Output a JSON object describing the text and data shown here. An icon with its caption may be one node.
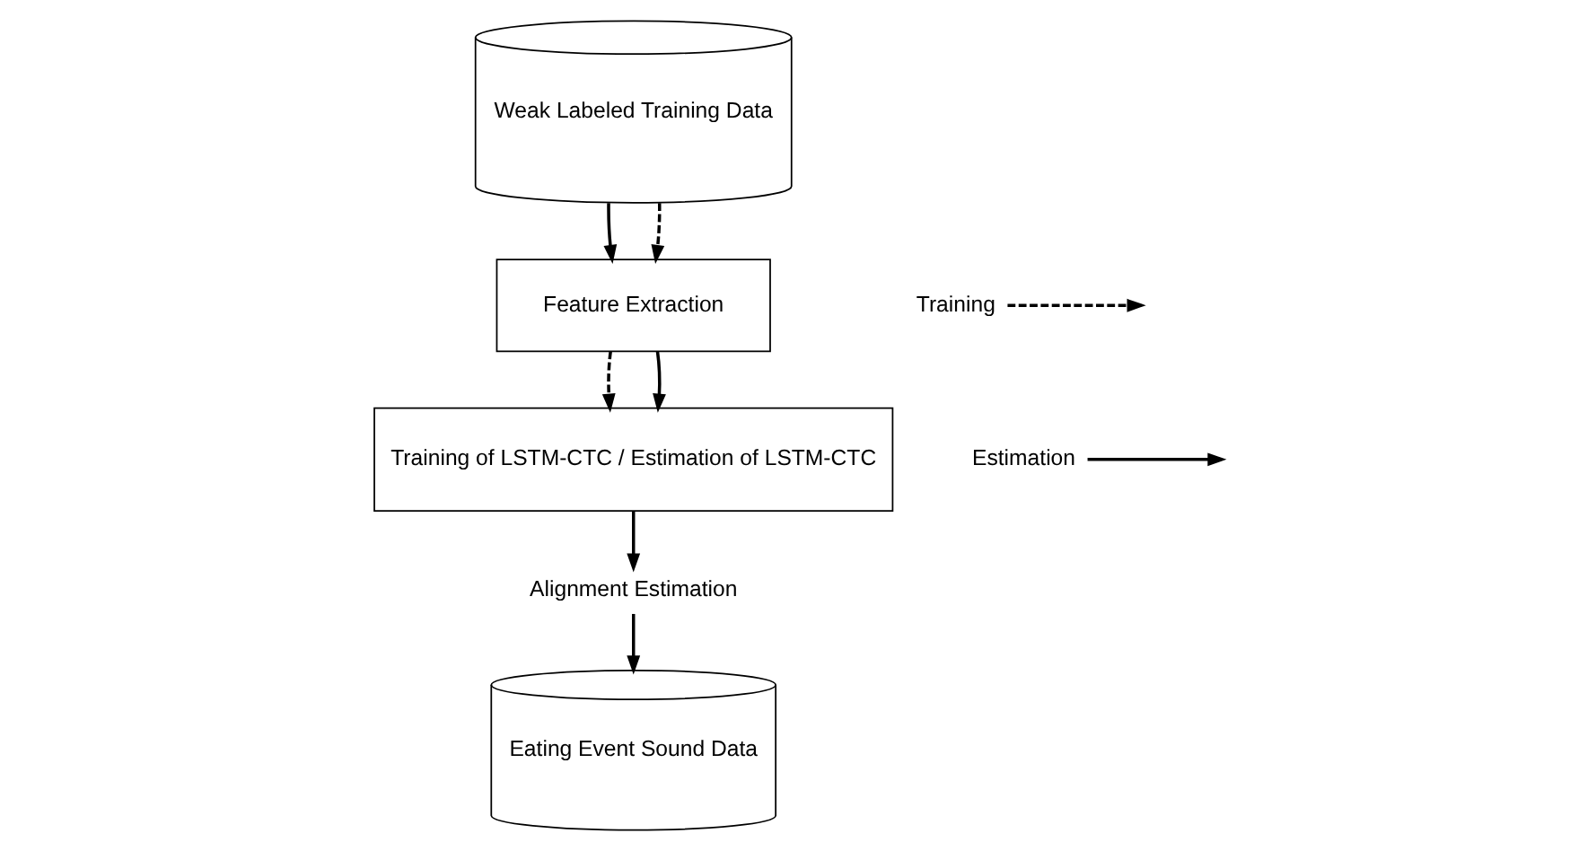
{
  "diagram": {
    "nodes": [
      {
        "text": [
          "Weak Labeled Training Data"
        ]
      },
      {
        "text": [
          "Feature Extraction"
        ]
      },
      {
        "text": [
          "Training of LSTM-CTC / Estimation of LSTM-CTC"
        ]
      },
      {
        "text": [
          "Alignment Estimation"
        ]
      },
      {
        "text": [
          "Eating Event Sound Data"
        ]
      }
    ],
    "edges": [
      {
        "from": 0,
        "to": 1,
        "arrow": "to"
      },
      {
        "from": 0,
        "to": 1,
        "arrow": "to",
        "style": "dashed"
      },
      {
        "from": 1,
        "to": 2,
        "arrow": "to",
        "style": "dashed"
      },
      {
        "from": 1,
        "to": 2,
        "arrow": "to"
      },
      {
        "from": 2,
        "to": 3,
        "arrow": "to"
      },
      {
        "from": 3,
        "to": 4,
        "arrow": "to"
      }
    ],
    "legend": [
      {
        "text": "Training"
      },
      {
        "text": "Estimation"
      }
    ]
  }
}
